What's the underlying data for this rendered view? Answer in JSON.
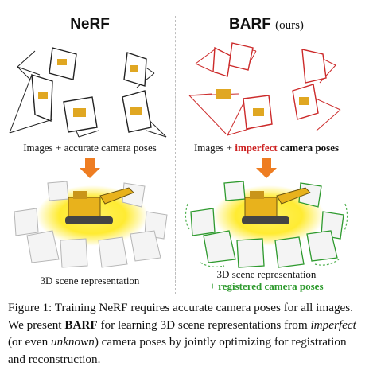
{
  "left": {
    "title": "NeRF",
    "input_caption": "Images + accurate camera poses",
    "output_caption": "3D scene representation"
  },
  "right": {
    "title": "BARF",
    "title_suffix": "(ours)",
    "input_prefix": "Images + ",
    "input_highlight": "imperfect",
    "input_suffix": " camera poses",
    "output_caption": "3D scene representation",
    "output_highlight": "+ registered camera poses"
  },
  "colors": {
    "nerf_camera": "#222222",
    "barf_camera": "#cc2a2a",
    "registered_camera": "#2e9a2e",
    "arrow": "#ee7d22",
    "glow": "#ffe600"
  },
  "caption": {
    "label": "Figure 1:",
    "part1": " Training NeRF requires accurate camera poses for all images. We present ",
    "barf": "BARF",
    "part2": " for learning 3D scene representations from ",
    "imperfect": "imperfect",
    "part3": " (or even ",
    "unknown": "unknown",
    "part4": ") camera poses by jointly optimizing for registration and reconstruction."
  }
}
